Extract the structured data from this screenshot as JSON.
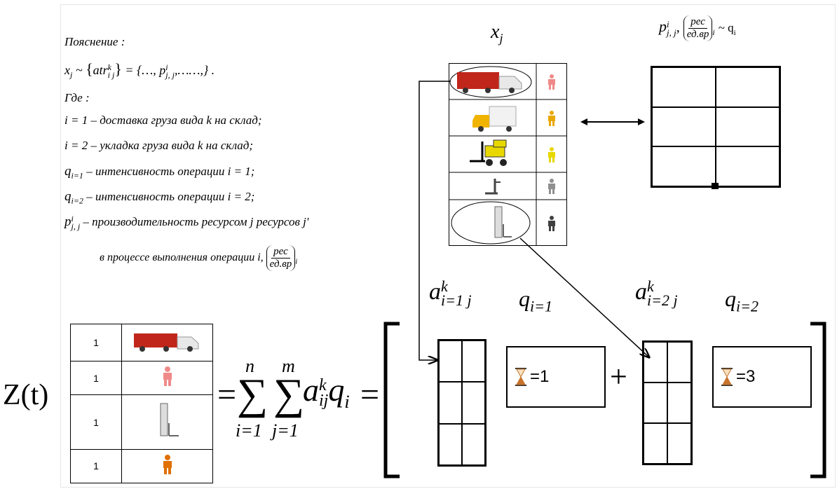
{
  "explanation": {
    "heading": "Пояснение :",
    "formula_x": "x",
    "formula_j": "j",
    "formula_tilde": "~",
    "formula_atr": "atr",
    "formula_set": "{…, p",
    "formula_tail": ",……,}  .",
    "where": "Где :",
    "line_i1": "i = 1 – доставка груза вида k на склад;",
    "line_i2": "i = 2 – укладка груза вида k на склад;",
    "line_q1": "q",
    "line_q1_sub": "i=1",
    "line_q1_text": "– интенсивность операции i = 1;",
    "line_q2": "q",
    "line_q2_sub": "i=2",
    "line_q2_text": "– интенсивность операции i = 2;",
    "line_p": "p",
    "line_p_sub": "j, j",
    "line_p_sup": "i",
    "line_p_text": "– производительность ресурсом j ресурсов j'",
    "line_process": "в процессе выполнения операции i,",
    "unit_num": "рес",
    "unit_den": "ед.вр",
    "unit_sub": "i"
  },
  "top_labels": {
    "xj_x": "x",
    "xj_j": "j",
    "p_label": "p",
    "p_sub": "j, j",
    "p_sup": "i",
    "p_unit_num": "рес",
    "p_unit_den": "ед.вр",
    "p_unit_sub": "i",
    "p_tail": "~ q",
    "p_tail_sub": "i"
  },
  "resource_table": {
    "rows": [
      {
        "icon": "truck-icon",
        "person_color": "#f08a8a"
      },
      {
        "icon": "van-icon",
        "person_color": "#e8a800"
      },
      {
        "icon": "forklift-icon",
        "person_color": "#e8d800"
      },
      {
        "icon": "hand-cart-icon",
        "person_color": "#909090"
      },
      {
        "icon": "stacker-icon",
        "person_color": "#404040"
      }
    ]
  },
  "mid_labels": {
    "a1": "a",
    "a1_sup": "k",
    "a1_sub": "i=1 j",
    "q1": "q",
    "q1_sub": "i=1",
    "a2": "a",
    "a2_sup": "k",
    "a2_sub": "i=2 j",
    "q2": "q",
    "q2_sub": "i=2"
  },
  "z_table": {
    "rows": [
      {
        "value": "1",
        "icon": "truck-icon"
      },
      {
        "value": "1",
        "icon": "person-icon",
        "color": "#f08a8a"
      },
      {
        "value": "1",
        "icon": "stacker-icon"
      },
      {
        "value": "1",
        "icon": "person-icon",
        "color": "#e07000"
      }
    ]
  },
  "equation": {
    "z": "Z(t)",
    "eq": "=",
    "n": "n",
    "m": "m",
    "sigma": "∑",
    "i1": "i=1",
    "j1": "j=1",
    "a": "a",
    "a_sup": "k",
    "a_sub": "ij",
    "q": "q",
    "q_sub": "i",
    "eq2": "=",
    "plus": "+"
  },
  "boxes": {
    "box1_value": "=1",
    "box2_value": "=3"
  },
  "colors": {
    "truck_red": "#c0261a",
    "van_yellow": "#f0b400",
    "forklift_yellow": "#e8d800",
    "hourglass_sand": "#c8742c"
  }
}
